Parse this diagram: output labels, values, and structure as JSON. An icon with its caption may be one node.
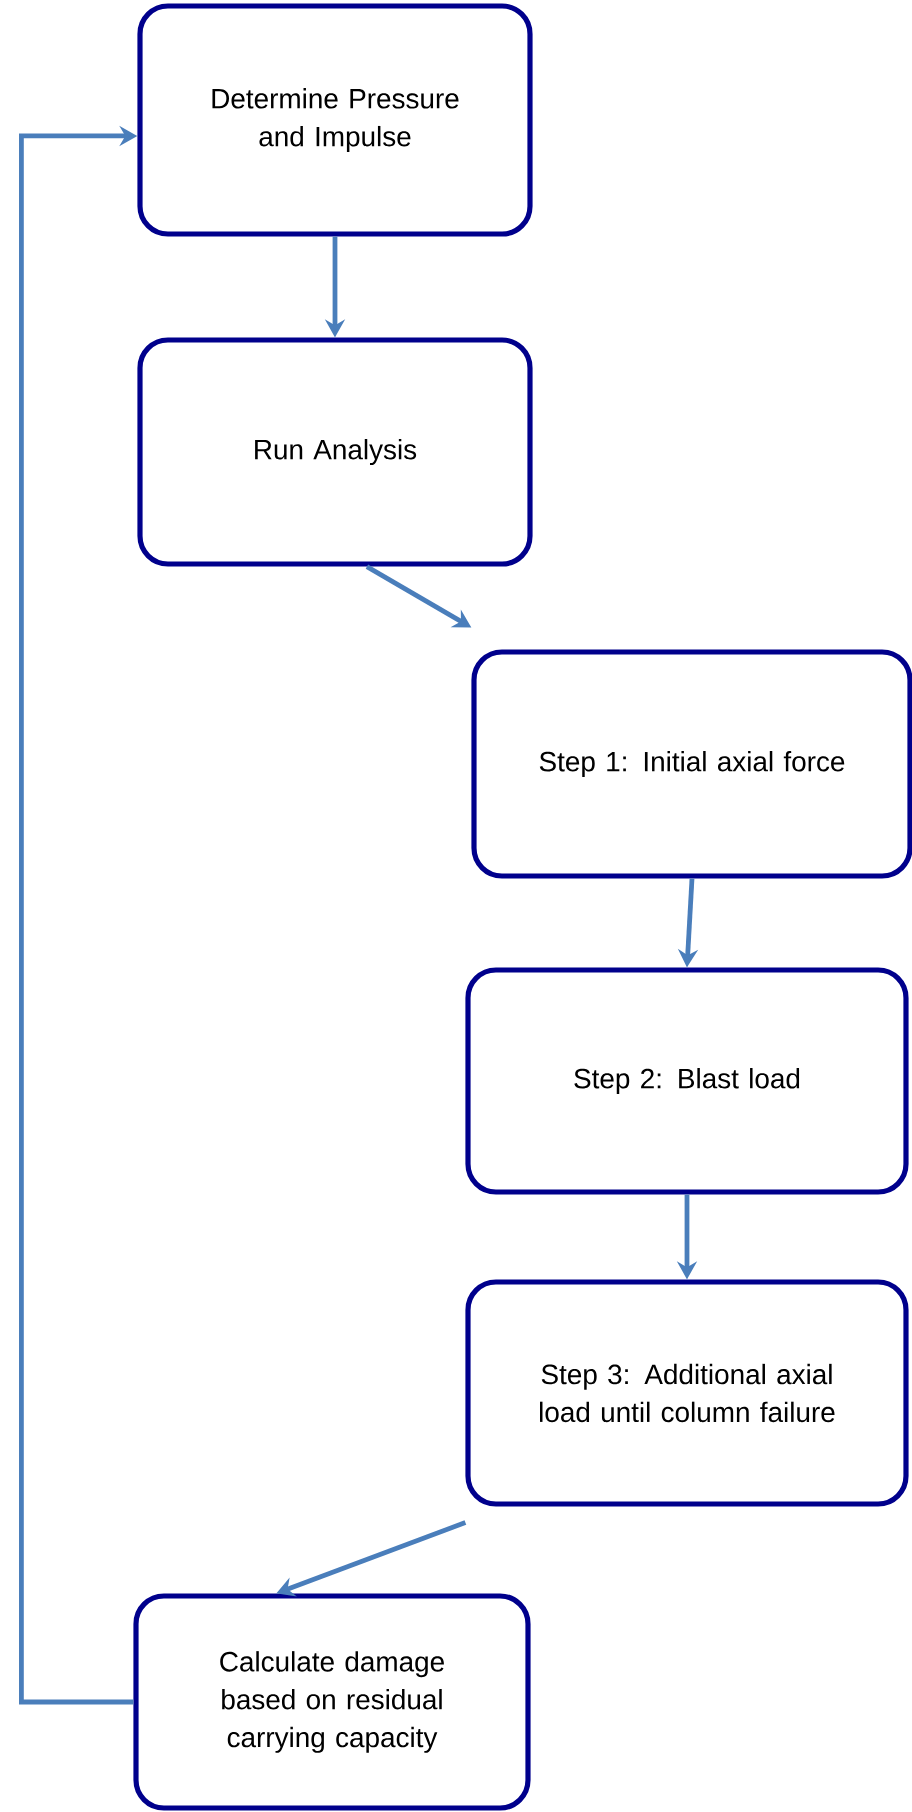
{
  "diagram": {
    "nodes": [
      {
        "text": [
          "Determine Pressure and Impulse"
        ]
      },
      {
        "text": [
          "Run Analysis"
        ]
      },
      {
        "text": [
          "Step 1: Initial axial force"
        ]
      },
      {
        "text": [
          "Step 2: Blast load"
        ]
      },
      {
        "text": [
          "Step 3: Additional axial load until column failure"
        ]
      },
      {
        "text": [
          "Calculate damage based on residual carrying capacity"
        ]
      }
    ],
    "edges": [
      {
        "from": 0,
        "to": 1,
        "arrow": "to"
      },
      {
        "from": 1,
        "to": 2,
        "arrow": "to"
      },
      {
        "from": 2,
        "to": 3,
        "arrow": "to"
      },
      {
        "from": 3,
        "to": 4,
        "arrow": "to"
      },
      {
        "from": 4,
        "to": 5,
        "arrow": "to"
      },
      {
        "from": 5,
        "to": 0,
        "arrow": "to"
      }
    ]
  }
}
